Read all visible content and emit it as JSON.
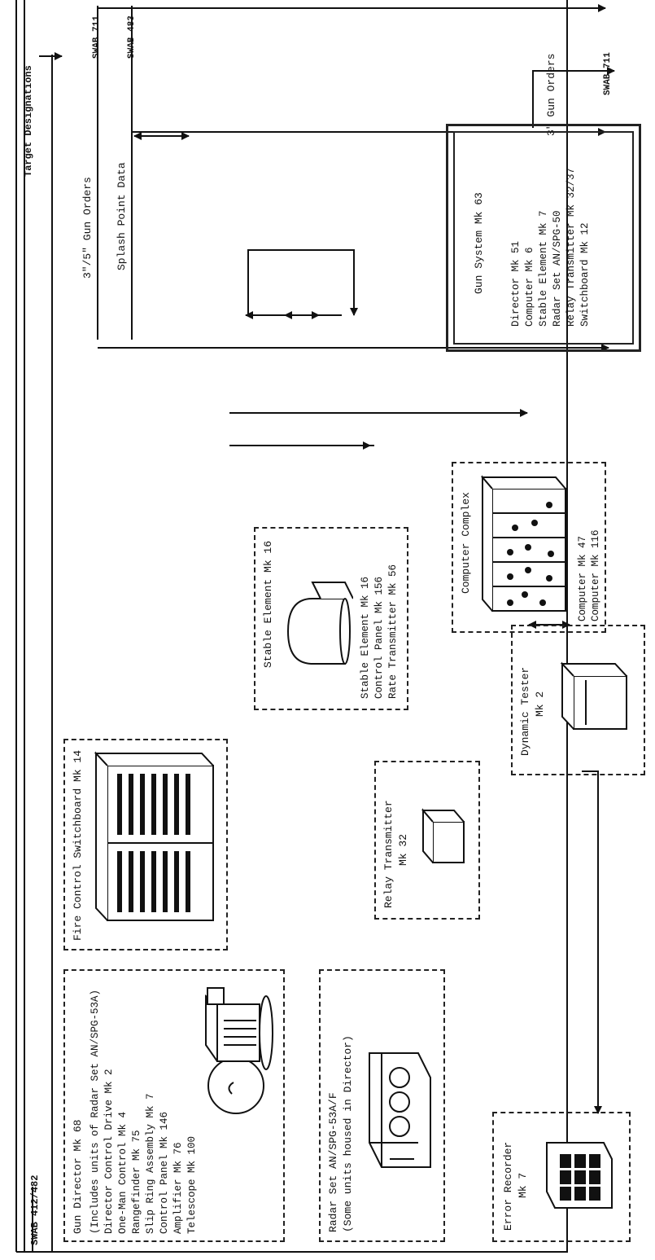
{
  "header": {
    "swab_412": "SWAB 412/482",
    "target_designations": "Target Designations",
    "gun_orders": "3\"/5\" Gun Orders",
    "splash": "Splash Point Data",
    "swab_711": "SWAB 711",
    "swab_483": "SWAB 483",
    "gun_orders_3": "3\" Gun Orders",
    "swab_711_b": "SWAB 711"
  },
  "gun_director": {
    "title": "Gun Director Mk 68",
    "items": [
      "(Includes units of Radar Set AN/SPG-53A)",
      "Director Control Drive Mk 2",
      "One-Man Control Mk 4",
      "Rangefinder Mk 75",
      "Slip Ring Assembly Mk 7",
      "Control Panel Mk 146",
      "Amplifier Mk 76",
      "Telescope Mk 100"
    ]
  },
  "radar_set": {
    "title": "Radar Set AN/SPG-53A/F",
    "subtitle": "(Some units housed in Director)"
  },
  "error_recorder": {
    "line1": "Error Recorder",
    "line2": "Mk 7"
  },
  "switchboard": {
    "title": "Fire Control Switchboard Mk 14"
  },
  "relay_transmitter": {
    "line1": "Relay Transmitter",
    "line2": "Mk 32"
  },
  "dynamic_tester": {
    "line1": "Dynamic Tester",
    "line2": "Mk 2"
  },
  "stable_element": {
    "title": "Stable Element Mk 16",
    "items": [
      "Stable Element Mk 16",
      "Control Panel Mk 156",
      "Rate Transmitter Mk 56"
    ]
  },
  "computer_complex": {
    "title": "Computer Complex",
    "items": [
      "Computer Mk 47",
      "Computer Mk 116"
    ]
  },
  "gun_system": {
    "title": "Gun System Mk 63",
    "items": [
      "Director Mk 51",
      "Computer Mk 6",
      "Stable Element Mk 7",
      "Radar Set AN/SPG-50",
      "Relay Transmitter Mk 32/37",
      "Switchboard Mk 12"
    ]
  }
}
